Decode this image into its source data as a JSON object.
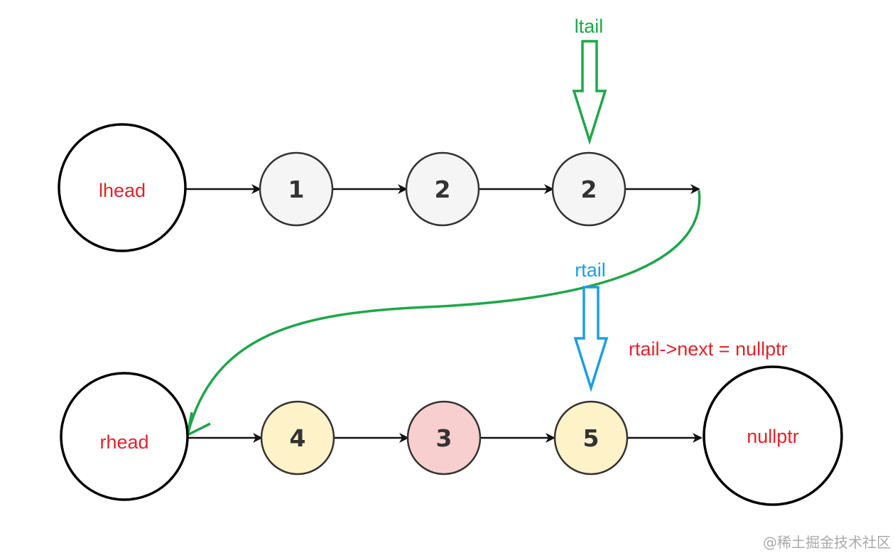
{
  "top_list": {
    "head_label": "lhead",
    "nodes": [
      {
        "value": "1",
        "fill": "#f5f5f5"
      },
      {
        "value": "2",
        "fill": "#f5f5f5"
      },
      {
        "value": "2",
        "fill": "#f5f5f5"
      }
    ]
  },
  "bottom_list": {
    "head_label": "rhead",
    "nodes": [
      {
        "value": "4",
        "fill": "#fdf2c8"
      },
      {
        "value": "3",
        "fill": "#f8cfcf"
      },
      {
        "value": "5",
        "fill": "#fdf2c8"
      }
    ],
    "tail_label": "nullptr"
  },
  "pointers": {
    "ltail": {
      "label": "ltail",
      "color": "#1fa64a"
    },
    "rtail": {
      "label": "rtail",
      "color": "#1d9ee0"
    }
  },
  "annotation": "rtail->next = nullptr",
  "watermark": "@稀土掘金技术社区",
  "colors": {
    "label_red": "#e0242a",
    "link_green": "#1fa64a",
    "node_stroke": "#333333",
    "arrow": "#111111"
  }
}
